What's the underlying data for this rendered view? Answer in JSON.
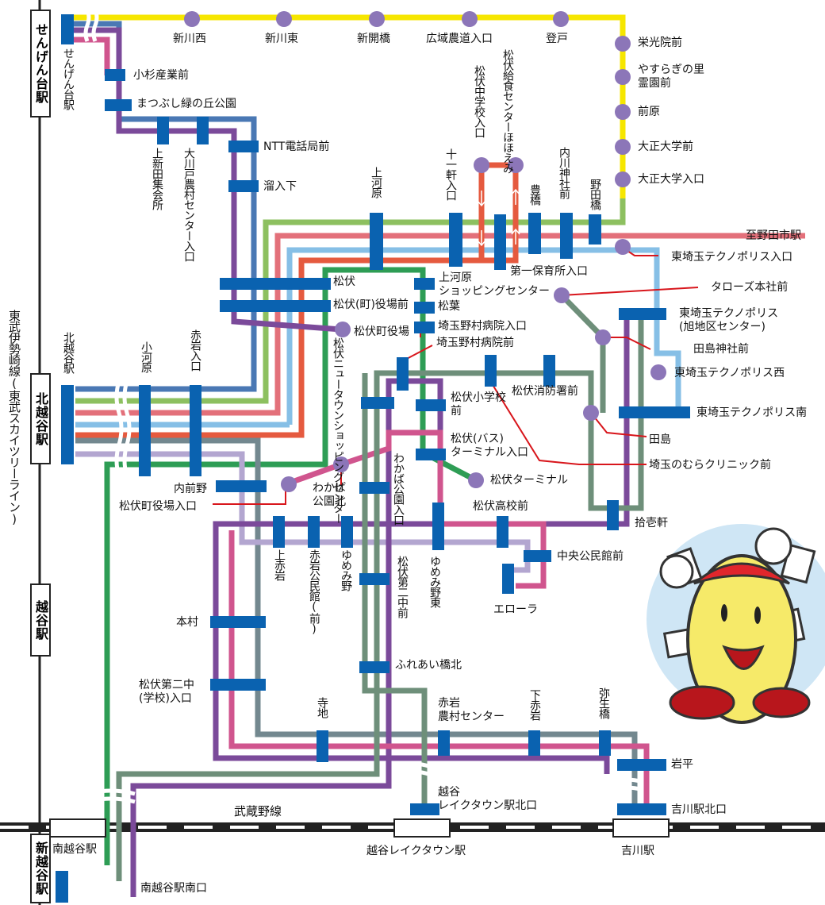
{
  "map": {
    "left_railway": "東武伊勢崎線(東武スカイツリーライン)",
    "bottom_railway": "武蔵野線",
    "stations": {
      "sengendai": "せんげん台駅",
      "kitakoshigaya": "北越谷駅",
      "koshigaya": "越谷駅",
      "shinkoshigaya": "新越谷駅",
      "minamikoshigaya": "南越谷駅",
      "laketown": "越谷レイクタウン駅",
      "yoshikawa": "吉川駅"
    },
    "stops": {
      "shinkawanishi": "新川西",
      "shinkawahigashi": "新川東",
      "shinkaibashi": "新開橋",
      "koiki": "広域農道入口",
      "noborito": "登戸",
      "eikoin": "栄光院前",
      "yasuragi": "やすらぎの里\n霊園前",
      "maehara": "前原",
      "taisho_mae": "大正大学前",
      "taisho_iri": "大正大学入口",
      "sengendai_stop": "せんげん台駅",
      "kosugi": "小杉産業前",
      "matsubushi_park": "まつぶし緑の丘公園",
      "kamishinden": "上新田集会所",
      "okawado": "大川戸農村センター入口",
      "ntt": "NTT電話局前",
      "tamariiri": "溜入下",
      "kamigawara": "上河原",
      "juikken": "十一軒入口",
      "matsubushi_jhs": "松伏中学校入口",
      "hohoemi": "松伏給食センターほほえみ",
      "toyohashi": "豊橋",
      "uchikawa": "内川神社前",
      "nodabashi": "野田橋",
      "shinoda": "至野田市駅",
      "techno_iri": "東埼玉テクノポリス入口",
      "hoikusho": "第一保育所入口",
      "kamigawara_sc": "上河原\nショッピングセンター",
      "taros": "タローズ本社前",
      "techno_center": "東埼玉テクノポリス\n(旭地区センター)",
      "tajima_jinja": "田島神社前",
      "techno_west": "東埼玉テクノポリス西",
      "techno_south": "東埼玉テクノポリス南",
      "matsubushi": "松伏",
      "yakuba": "松伏(町)役場前",
      "machiyakuba": "松伏町役場",
      "matsuba": "松葉",
      "nomura_iri": "埼玉野村病院入口",
      "nomura_mae": "埼玉野村病院前",
      "newtown": "松伏ニュータウンショッピングセンター",
      "fire": "松伏消防署前",
      "elem": "松伏小学校前",
      "bus_terminal": "松伏(バス)\nターミナル入口",
      "terminal": "松伏ターミナル",
      "tajima": "田島",
      "nomura_clinic": "埼玉のむらクリニック前",
      "kitakoshigaya_stop": "北越谷駅",
      "kogawara": "小河原",
      "akaiwa_iri": "赤岩入口",
      "uchimaeno": "内前野",
      "yakuba_iri": "松伏町役場入口",
      "wakaba_kita": "わかば\n公園北",
      "wakaba_park": "わかば公園入口",
      "hs": "松伏高校前",
      "juniken": "拾壱軒",
      "kamiakaiwa": "上赤岩",
      "akaiwa_hall": "赤岩公民館(前)",
      "yumemino": "ゆめみ野",
      "jhs2": "松伏第二中前",
      "yumemino_east": "ゆめみ野東",
      "chuo": "中央公民館前",
      "erora": "エローラ",
      "honmura": "本村",
      "jhs2_iri": "松伏第二中\n(学校)入口",
      "fureai": "ふれあい橋北",
      "teraji": "寺地",
      "akaiwa_center": "赤岩\n農村センター",
      "shimoakaiwa": "下赤岩",
      "yayoibashi": "弥生橋",
      "iwahira": "岩平",
      "yoshikawa_n": "吉川駅北口",
      "laketown_n": "越谷\nレイクタウン駅北口",
      "minamikoshigaya_s": "南越谷駅南口"
    },
    "colors": {
      "yellow": "#f6e600",
      "purple": "#7b4a9a",
      "pink": "#d0558e",
      "blue": "#4a78b4",
      "lightblue": "#86bfe6",
      "green": "#8dc060",
      "salmon": "#e3707a",
      "red": "#e55a3f",
      "darkgreen": "#2e9d55",
      "gray": "#73888f",
      "lavender": "#b3a6d0",
      "grayish_green": "#6e8f7a",
      "stop_bar": "#0a62b0",
      "stop_dot": "#8c76b8",
      "pointer": "#d8161c"
    }
  }
}
